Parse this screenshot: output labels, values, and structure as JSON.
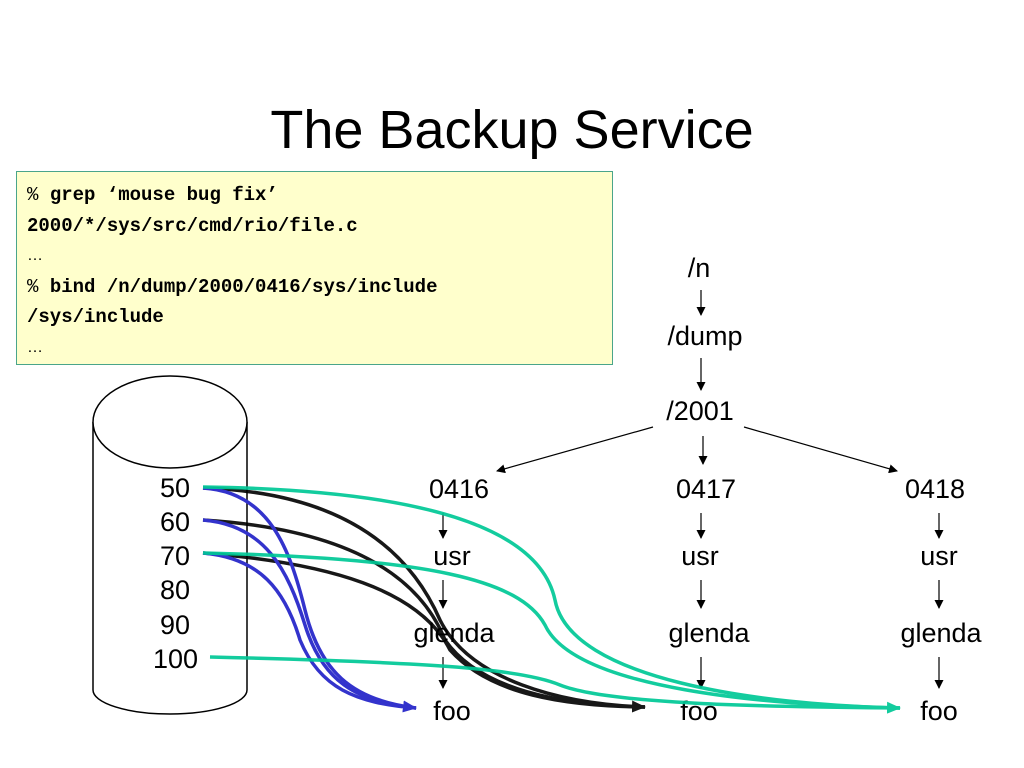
{
  "title": "The Backup Service",
  "terminal": {
    "lines": [
      {
        "prompt": "%",
        "text": "grep ‘mouse bug fix’"
      },
      {
        "prompt": "",
        "text": "2000/*/sys/src/cmd/rio/file.c"
      },
      {
        "prompt": "",
        "text": "…"
      },
      {
        "prompt": "%",
        "text": "bind /n/dump/2000/0416/sys/include"
      },
      {
        "prompt": "",
        "text": "/sys/include"
      },
      {
        "prompt": "",
        "text": "…"
      }
    ]
  },
  "disk": {
    "blocks": [
      "50",
      "60",
      "70",
      "80",
      "90",
      "100"
    ]
  },
  "tree": {
    "root": "/n",
    "dump": "/dump",
    "year": "/2001",
    "days": [
      {
        "name": "0416",
        "dir": "usr",
        "user": "glenda",
        "file": "foo"
      },
      {
        "name": "0417",
        "dir": "usr",
        "user": "glenda",
        "file": "foo"
      },
      {
        "name": "0418",
        "dir": "usr",
        "user": "glenda",
        "file": "foo"
      }
    ]
  },
  "colors": {
    "background": "#ffffff",
    "code_box": "#ffffcc",
    "code_border": "#4aa58a",
    "link_0416": "#3333cc",
    "link_0417": "#000000",
    "link_0418": "#00c896"
  }
}
